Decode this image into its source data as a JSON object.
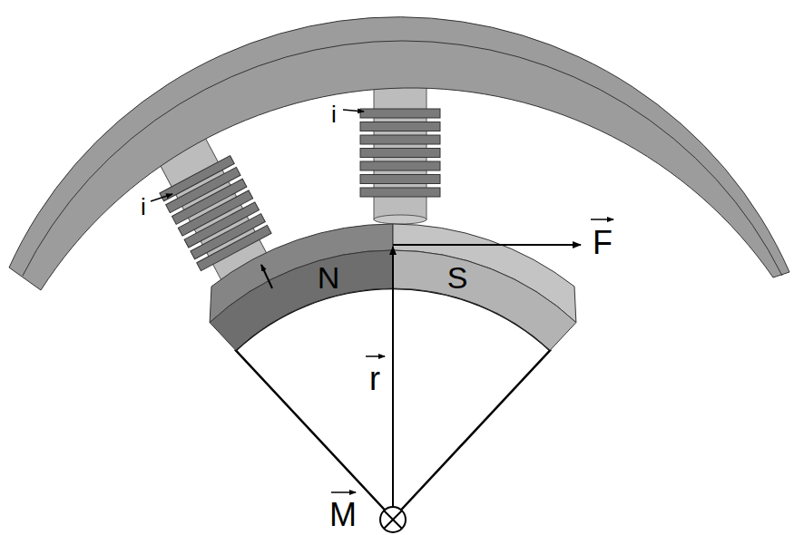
{
  "diagram": {
    "labels": [
      "i",
      "i",
      "N",
      "S",
      "F",
      "r",
      "M"
    ]
  }
}
